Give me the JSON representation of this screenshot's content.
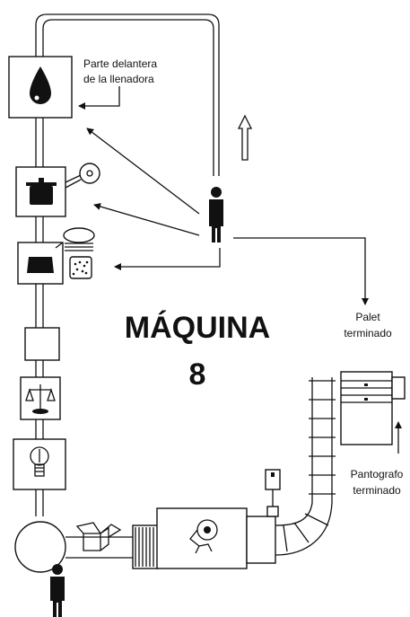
{
  "labels": {
    "filler_front_line1": "Parte delantera",
    "filler_front_line2": "de la llenadora",
    "pallet_line1": "Palet",
    "pallet_line2": "terminado",
    "pantograph_line1": "Pantografo",
    "pantograph_line2": "terminado",
    "machine_title": "MÁQUINA",
    "machine_number": "8"
  },
  "icons": {
    "filler": "droplet-icon",
    "pot": "cooking-pot-icon",
    "reel": "reel-icon",
    "stamp": "stamp-icon",
    "pixel_card": "pixel-card-icon",
    "spring": "spring-icon",
    "scale": "scale-icon",
    "bulb": "lightbulb-icon",
    "box": "open-box-icon",
    "spool": "spool-icon",
    "operator": "person-icon",
    "arrow_up": "arrow-up-icon"
  }
}
